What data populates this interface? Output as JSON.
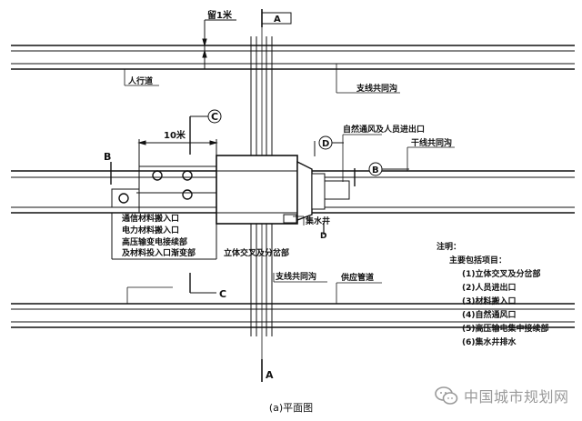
{
  "labels": {
    "top_space": "留1米",
    "sidewalk": "人行道",
    "branch_trench_top": "支线共同沟",
    "vent_entry": "自然通风及人员进出口",
    "main_trench": "干线共同沟",
    "dim_10m": "10米",
    "comm_entry": "通信材料搬入口",
    "power_entry": "电力材料搬入口",
    "hv_joint_line1": "高压输变电接续部",
    "hv_joint_line2": "及材料投入口渐变部",
    "crossing": "立体交叉及分岔部",
    "sump": "集水井",
    "branch_trench_bottom": "支线共同沟",
    "supply_pipe": "供应管道"
  },
  "markers": {
    "A_top": "A",
    "A_bottom": "A",
    "B_left": "B",
    "B_right": "B",
    "C_top": "C",
    "C_bottom": "C",
    "D_top": "D",
    "D_bottom": "D"
  },
  "notes": {
    "title": "注明：",
    "subtitle": "主要包括项目：",
    "items": [
      "(1)立体交叉及分岔部",
      "(2)人员进出口",
      "(3)材料搬入口",
      "(4)自然通风口",
      "(5)高压输电集中接续部",
      "(6)集水井排水"
    ]
  },
  "caption": "(a)平面图",
  "watermark": {
    "text": "中国城市规划网",
    "icon": "wechat-icon"
  },
  "colors": {
    "line": "#111111",
    "watermark": "#9a9a9a"
  }
}
